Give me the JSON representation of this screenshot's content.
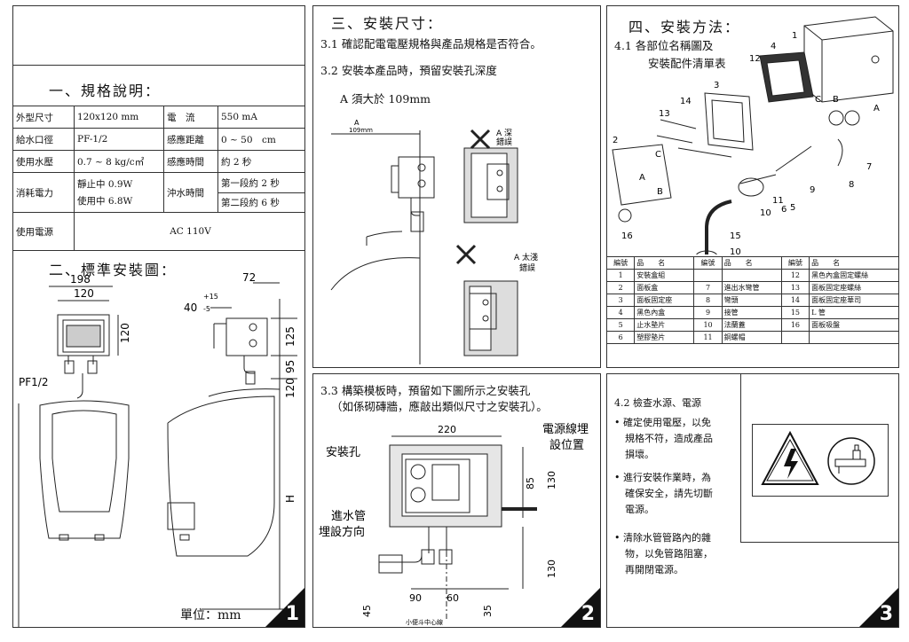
{
  "page1": {
    "sec1_title": "一、規格說明：",
    "spec": [
      [
        "外型尺寸",
        "120x120 mm",
        "電　流",
        "550 mA"
      ],
      [
        "給水口徑",
        "PF-1/2",
        "感應距離",
        "0 ~ 50　cm"
      ],
      [
        "使用水壓",
        "0.7 ~ 8 kg/c㎡",
        "感應時間",
        "約 2 秒"
      ]
    ],
    "power": {
      "label": "消耗電力",
      "l1": "靜止中 0.9W",
      "l2": "使用中 6.8W",
      "flush": "沖水時間",
      "f1": "第一段約 2 秒",
      "f2": "第二段約 6 秒"
    },
    "supply": {
      "label": "使用電源",
      "value": "AC 110V"
    },
    "sec2_title": "二、標準安裝圖：",
    "dims": {
      "w198": "198",
      "w120": "120",
      "h120": "120",
      "pf": "PF1/2",
      "d40": "40",
      "tol_plus": "+15",
      "tol_minus": "-5",
      "d72": "72",
      "d125": "125",
      "d95": "95",
      "d120b": "120",
      "H": "H"
    },
    "unit": "單位：mm",
    "page_num": "1"
  },
  "page2": {
    "sec3_title": "三、安裝尺寸：",
    "s31": "3.1 確認配電電壓規格與產品規格是否符合。",
    "s32": "3.2 安裝本產品時，預留安裝孔深度",
    "note_a": "A 須大於 109mm",
    "fig_a": "A",
    "fig_109": "109mm",
    "err_deep": "A 深",
    "err_deep2": "錯誤",
    "err_shallow": "A 太淺",
    "err_shallow2": "錯誤",
    "s33_l1": "3.3 構築模板時，預留如下圖所示之安裝孔",
    "s33_l2": "（如係砌磚牆，應敲出類似尺寸之安裝孔）。",
    "lbl_hole": "安裝孔",
    "lbl_power1": "電源線埋",
    "lbl_power2": "設位置",
    "lbl_inlet1": "進水管",
    "lbl_inlet2": "埋設方向",
    "dims": {
      "d220": "220",
      "d85": "85",
      "d130a": "130",
      "d130b": "130",
      "d90": "90",
      "d60": "60",
      "d45": "45",
      "d35": "35"
    },
    "center": "小便斗中心線",
    "page_num": "2"
  },
  "page3": {
    "sec4_title": "四、安裝方法：",
    "s41_l1": "4.1 各部位名稱圖及",
    "s41_l2": "安裝配件清單表",
    "callouts": [
      "1",
      "2",
      "3",
      "4",
      "5",
      "6",
      "7",
      "8",
      "9",
      "10",
      "10",
      "11",
      "12",
      "13",
      "14",
      "15",
      "16",
      "A",
      "B",
      "C",
      "A",
      "B",
      "C"
    ],
    "parts_header": [
      "編號",
      "品　　名",
      "編號",
      "品　　名",
      "編號",
      "品　　名"
    ],
    "parts": [
      [
        "1",
        "安裝盒組",
        "",
        "",
        "12",
        "黑色內盒固定螺絲"
      ],
      [
        "2",
        "面板盒",
        "7",
        "進出水彎管",
        "13",
        "面板固定座螺絲"
      ],
      [
        "3",
        "面板固定座",
        "8",
        "彎頭",
        "14",
        "面板固定座華司"
      ],
      [
        "4",
        "黑色內盒",
        "9",
        "接管",
        "15",
        "L 管"
      ],
      [
        "5",
        "止水墊片",
        "10",
        "法蘭蓋",
        "16",
        "面板吸盤"
      ],
      [
        "6",
        "塑膠墊片",
        "11",
        "銅螺帽",
        "",
        ""
      ]
    ],
    "s42": "4.2 檢查水源、電源",
    "b1": [
      "確定使用電壓，以免",
      "規格不符，造成產品",
      "損壞。"
    ],
    "b2": [
      "進行安裝作業時，為",
      "確保安全，請先切斷",
      "電源。"
    ],
    "b3": [
      "清除水管管路內的雜",
      "物，以免管路阻塞，",
      "再開閉電源。"
    ],
    "page_num": "3"
  }
}
